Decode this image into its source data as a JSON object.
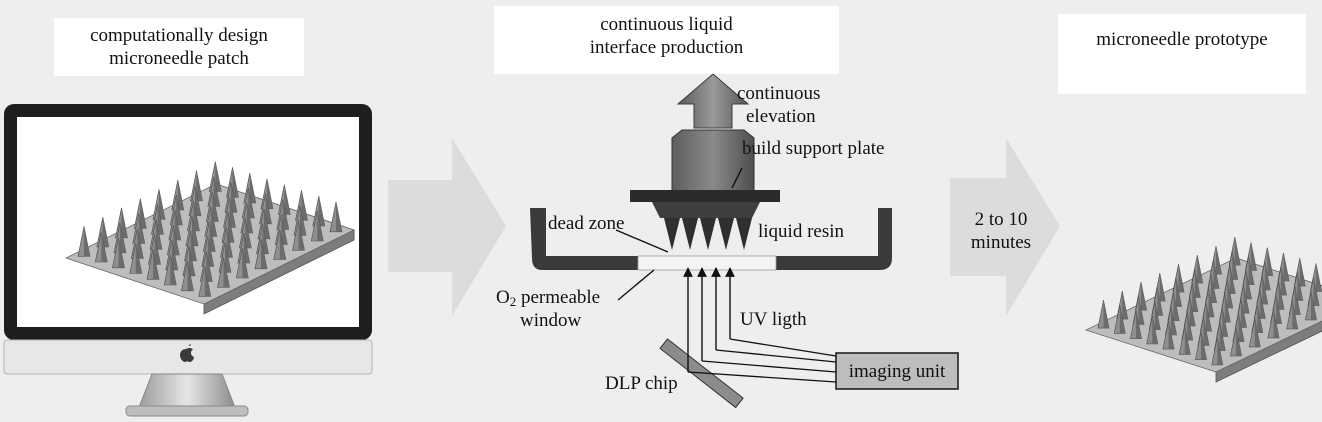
{
  "headings": {
    "design_line1": "computationally design",
    "design_line2": "microneedle patch",
    "clip_line1": "continuous liquid",
    "clip_line2": "interface production",
    "prototype": "microneedle prototype"
  },
  "labels": {
    "continuous_elevation_line1": "continuous",
    "continuous_elevation_line2": "elevation",
    "build_support_plate": "build support plate",
    "dead_zone": "dead zone",
    "liquid_resin": "liquid resin",
    "o2_symbol": "O",
    "o2_subscript": "2",
    "permeable_line1": " permeable",
    "permeable_line2": "window",
    "uv_light": "UV ligth",
    "dlp_chip": "DLP chip",
    "imaging_unit": "imaging unit",
    "time_line1": "2 to 10",
    "time_line2": "minutes"
  },
  "colors": {
    "arrow_fill": "#dcdcdc",
    "backdrop": "#eeeeee",
    "tray": "#3a3a3a",
    "plate": "#2b2b2b",
    "patch_base": "#bdbdbd",
    "needle": "#8f8f8f",
    "monitor_frame": "#1e1e1e",
    "imaging_box": "#bdbdbd"
  },
  "icons": {
    "computer": "monitor-icon",
    "apple_logo": "apple-logo-icon",
    "patch": "microneedle-patch-icon"
  },
  "grid": {
    "rows": 8,
    "cols": 8
  }
}
